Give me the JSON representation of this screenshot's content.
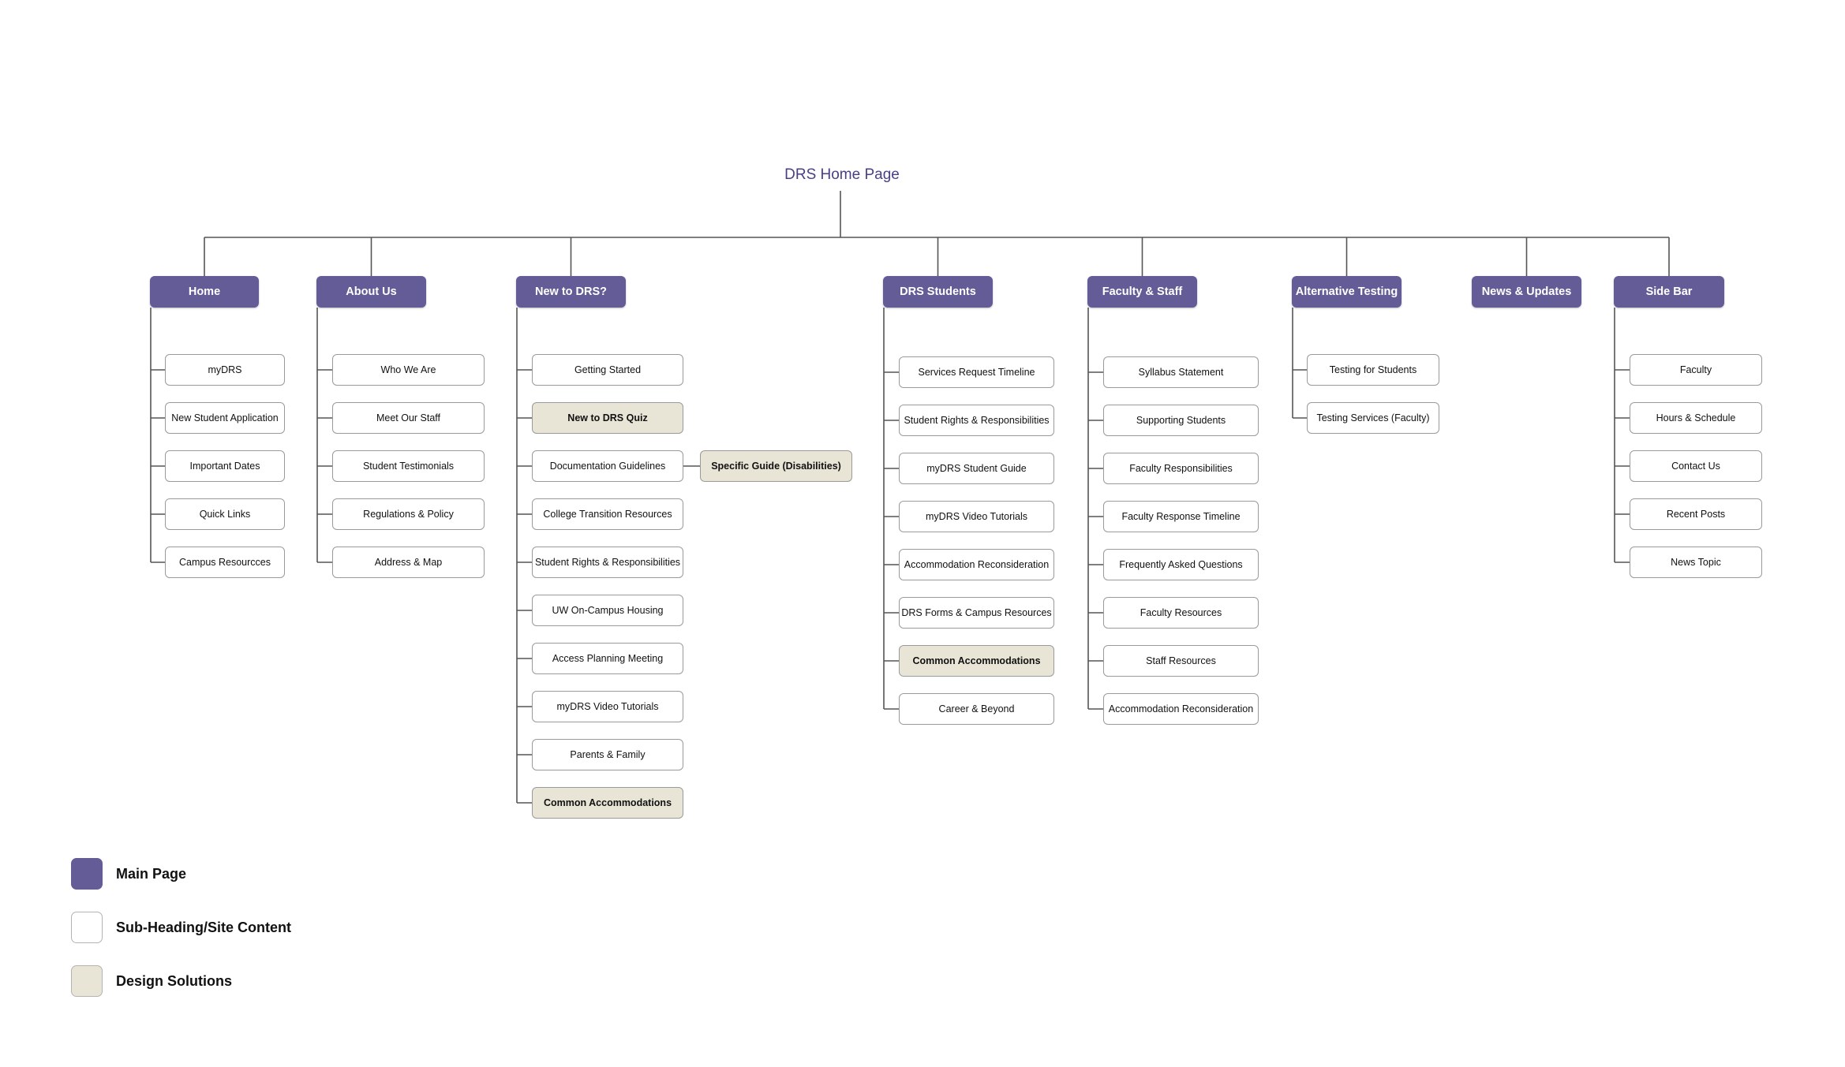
{
  "diagram": {
    "root": "DRS Home Page",
    "colors": {
      "main": "#645c97",
      "sub": "#ffffff",
      "design": "#e8e5d6",
      "line": "#555555",
      "title": "#4a3f86"
    },
    "sections": [
      {
        "label": "Home",
        "items": [
          {
            "label": "myDRS",
            "kind": "sub"
          },
          {
            "label": "New Student Application",
            "kind": "sub"
          },
          {
            "label": "Important Dates",
            "kind": "sub"
          },
          {
            "label": "Quick Links",
            "kind": "sub"
          },
          {
            "label": "Campus Resourcces",
            "kind": "sub"
          }
        ]
      },
      {
        "label": "About Us",
        "items": [
          {
            "label": "Who We Are",
            "kind": "sub"
          },
          {
            "label": "Meet Our Staff",
            "kind": "sub"
          },
          {
            "label": "Student Testimonials",
            "kind": "sub"
          },
          {
            "label": "Regulations & Policy",
            "kind": "sub"
          },
          {
            "label": "Address & Map",
            "kind": "sub"
          }
        ]
      },
      {
        "label": "New to DRS?",
        "items": [
          {
            "label": "Getting Started",
            "kind": "sub"
          },
          {
            "label": "New to DRS Quiz",
            "kind": "design"
          },
          {
            "label": "Documentation Guidelines",
            "kind": "sub",
            "child": {
              "label": "Specific Guide (Disabilities)",
              "kind": "design"
            }
          },
          {
            "label": "College Transition Resources",
            "kind": "sub"
          },
          {
            "label": "Student Rights & Responsibilities",
            "kind": "sub"
          },
          {
            "label": "UW On-Campus Housing",
            "kind": "sub"
          },
          {
            "label": "Access Planning Meeting",
            "kind": "sub"
          },
          {
            "label": "myDRS Video Tutorials",
            "kind": "sub"
          },
          {
            "label": "Parents & Family",
            "kind": "sub"
          },
          {
            "label": "Common Accommodations",
            "kind": "design"
          }
        ]
      },
      {
        "label": "DRS Students",
        "items": [
          {
            "label": "Services Request Timeline",
            "kind": "sub"
          },
          {
            "label": "Student Rights & Responsibilities",
            "kind": "sub"
          },
          {
            "label": "myDRS Student Guide",
            "kind": "sub"
          },
          {
            "label": "myDRS Video Tutorials",
            "kind": "sub"
          },
          {
            "label": "Accommodation Reconsideration",
            "kind": "sub"
          },
          {
            "label": "DRS Forms & Campus Resources",
            "kind": "sub"
          },
          {
            "label": "Common Accommodations",
            "kind": "design"
          },
          {
            "label": "Career & Beyond",
            "kind": "sub"
          }
        ]
      },
      {
        "label": "Faculty & Staff",
        "items": [
          {
            "label": "Syllabus Statement",
            "kind": "sub"
          },
          {
            "label": "Supporting Students",
            "kind": "sub"
          },
          {
            "label": "Faculty Responsibilities",
            "kind": "sub"
          },
          {
            "label": "Faculty Response Timeline",
            "kind": "sub"
          },
          {
            "label": "Frequently Asked Questions",
            "kind": "sub"
          },
          {
            "label": "Faculty Resources",
            "kind": "sub"
          },
          {
            "label": "Staff Resources",
            "kind": "sub"
          },
          {
            "label": "Accommodation Reconsideration",
            "kind": "sub"
          }
        ]
      },
      {
        "label": "Alternative Testing",
        "items": [
          {
            "label": "Testing for Students",
            "kind": "sub"
          },
          {
            "label": "Testing Services (Faculty)",
            "kind": "sub"
          }
        ]
      },
      {
        "label": "News & Updates",
        "items": []
      },
      {
        "label": "Side Bar",
        "items": [
          {
            "label": "Faculty",
            "kind": "sub"
          },
          {
            "label": "Hours & Schedule",
            "kind": "sub"
          },
          {
            "label": "Contact Us",
            "kind": "sub"
          },
          {
            "label": "Recent Posts",
            "kind": "sub"
          },
          {
            "label": "News Topic",
            "kind": "sub"
          }
        ]
      }
    ]
  },
  "legend": [
    {
      "label": "Main Page",
      "kind": "main"
    },
    {
      "label": "Sub-Heading/Site Content",
      "kind": "sub"
    },
    {
      "label": "Design Solutions",
      "kind": "design"
    }
  ]
}
